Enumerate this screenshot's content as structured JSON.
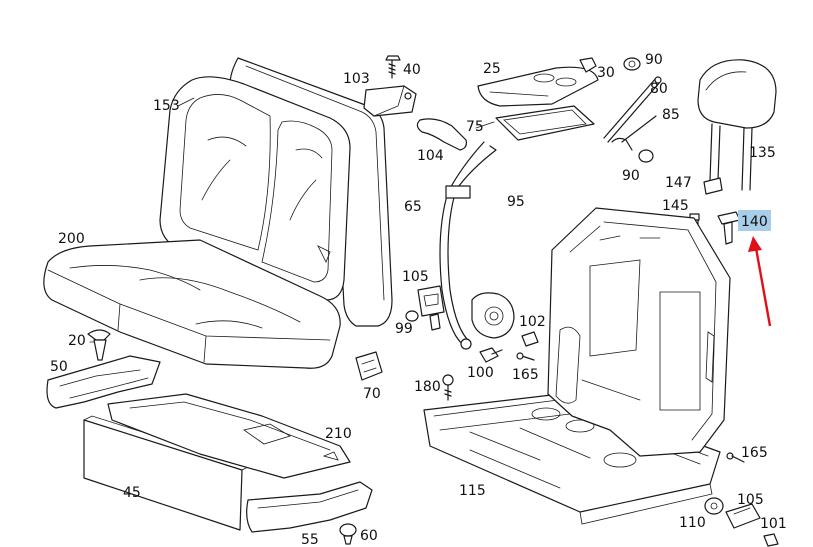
{
  "labels": {
    "l153": "153",
    "l103": "103",
    "l40": "40",
    "l25": "25",
    "l30": "30",
    "l90a": "90",
    "l80": "80",
    "l75": "75",
    "l85": "85",
    "l104": "104",
    "l135": "135",
    "l65": "65",
    "l95": "95",
    "l90b": "90",
    "l147": "147",
    "l145": "145",
    "l140": "140",
    "l200": "200",
    "l105a": "105",
    "l99": "99",
    "l102": "102",
    "l20": "20",
    "l50": "50",
    "l100": "100",
    "l165a": "165",
    "l70": "70",
    "l180": "180",
    "l210": "210",
    "l165b": "165",
    "l45": "45",
    "l115": "115",
    "l105b": "105",
    "l110": "110",
    "l101": "101",
    "l60": "60",
    "l55": "55"
  },
  "highlight": {
    "label_key": "l140",
    "color": "#a8cde8",
    "arrow_color": "#e0101a"
  }
}
